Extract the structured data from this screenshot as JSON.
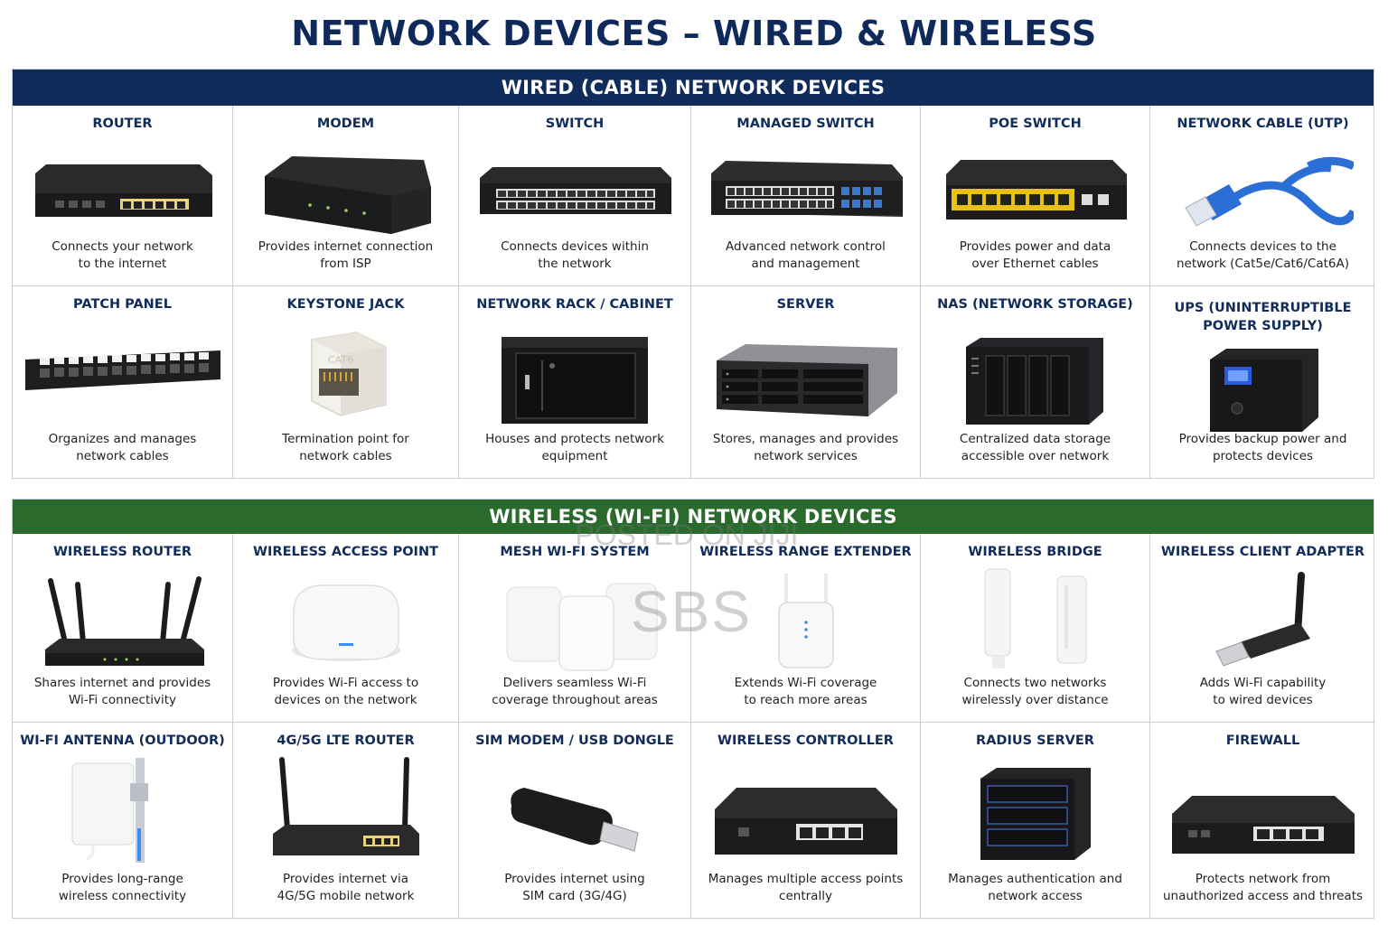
{
  "title": "NETWORK DEVICES – WIRED & WIRELESS",
  "wired": {
    "heading": "WIRED (CABLE) NETWORK DEVICES",
    "items": [
      {
        "name": "ROUTER",
        "desc": "Connects your network\nto the internet",
        "icon": "router-icon"
      },
      {
        "name": "MODEM",
        "desc": "Provides internet connection\nfrom ISP",
        "icon": "modem-icon"
      },
      {
        "name": "SWITCH",
        "desc": "Connects devices within\nthe network",
        "icon": "switch-icon"
      },
      {
        "name": "MANAGED SWITCH",
        "desc": "Advanced network control\nand management",
        "icon": "managed-switch-icon"
      },
      {
        "name": "POE SWITCH",
        "desc": "Provides power and data\nover Ethernet cables",
        "icon": "poe-switch-icon"
      },
      {
        "name": "NETWORK CABLE (UTP)",
        "desc": "Connects devices to the\nnetwork (Cat5e/Cat6/Cat6A)",
        "icon": "utp-cable-icon"
      },
      {
        "name": "PATCH PANEL",
        "desc": "Organizes and manages\nnetwork cables",
        "icon": "patch-panel-icon"
      },
      {
        "name": "KEYSTONE JACK",
        "desc": "Termination point for\nnetwork cables",
        "icon": "keystone-jack-icon",
        "label": "CAT6"
      },
      {
        "name": "NETWORK RACK / CABINET",
        "desc": "Houses and protects network\nequipment",
        "icon": "rack-cabinet-icon"
      },
      {
        "name": "SERVER",
        "desc": "Stores, manages and provides\nnetwork services",
        "icon": "server-icon"
      },
      {
        "name": "NAS (NETWORK STORAGE)",
        "desc": "Centralized data storage\naccessible over network",
        "icon": "nas-icon"
      },
      {
        "name": "UPS (UNINTERRUPTIBLE\nPOWER SUPPLY)",
        "desc": "Provides backup power and\nprotects devices",
        "icon": "ups-icon"
      }
    ]
  },
  "wireless": {
    "heading": "WIRELESS (WI-FI) NETWORK DEVICES",
    "items": [
      {
        "name": "WIRELESS ROUTER",
        "desc": "Shares internet and provides\nWi-Fi connectivity",
        "icon": "wireless-router-icon"
      },
      {
        "name": "WIRELESS ACCESS POINT",
        "desc": "Provides Wi-Fi access to\ndevices on the network",
        "icon": "access-point-icon"
      },
      {
        "name": "MESH WI-FI SYSTEM",
        "desc": "Delivers seamless Wi-Fi\ncoverage throughout areas",
        "icon": "mesh-wifi-icon"
      },
      {
        "name": "WIRELESS RANGE EXTENDER",
        "desc": "Extends Wi-Fi coverage\nto reach more areas",
        "icon": "range-extender-icon"
      },
      {
        "name": "WIRELESS BRIDGE",
        "desc": "Connects two networks\nwirelessly over distance",
        "icon": "wireless-bridge-icon"
      },
      {
        "name": "WIRELESS CLIENT ADAPTER",
        "desc": "Adds Wi-Fi capability\nto wired devices",
        "icon": "usb-wifi-adapter-icon"
      },
      {
        "name": "WI-FI ANTENNA (OUTDOOR)",
        "desc": "Provides long-range\nwireless connectivity",
        "icon": "outdoor-antenna-icon"
      },
      {
        "name": "4G/5G LTE ROUTER",
        "desc": "Provides internet via\n4G/5G mobile network",
        "icon": "lte-router-icon"
      },
      {
        "name": "SIM MODEM / USB DONGLE",
        "desc": "Provides internet using\nSIM card (3G/4G)",
        "icon": "usb-dongle-icon"
      },
      {
        "name": "WIRELESS CONTROLLER",
        "desc": "Manages multiple access points\ncentrally",
        "icon": "wireless-controller-icon"
      },
      {
        "name": "RADIUS SERVER",
        "desc": "Manages authentication and\nnetwork access",
        "icon": "radius-server-icon"
      },
      {
        "name": "FIREWALL",
        "desc": "Protects network from\nunauthorized access and threats",
        "icon": "firewall-icon"
      }
    ]
  },
  "watermark": {
    "line1": "POSTED ON JIJI",
    "line2": "SBS"
  },
  "colors": {
    "navy": "#102c5b",
    "green": "#2a6a2c",
    "title": "#0f2a5a"
  }
}
